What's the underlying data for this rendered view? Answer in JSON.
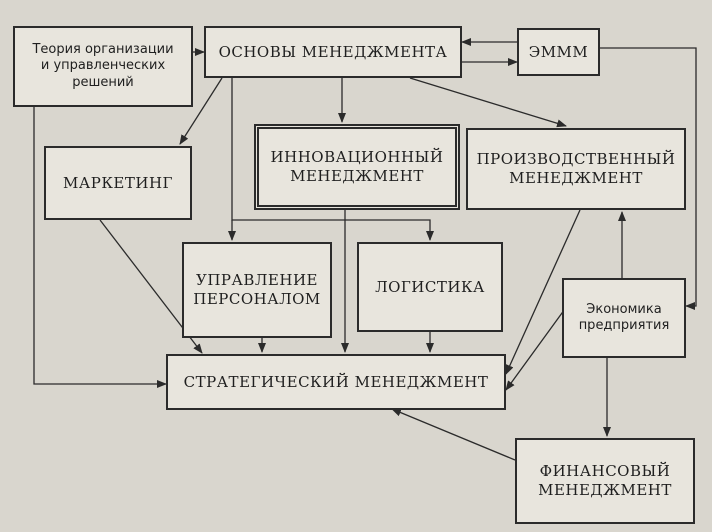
{
  "nodes": {
    "theory": "Теория организации\nи  управленческих\nрешений",
    "basics": "ОСНОВЫ  МЕНЕДЖМЕНТА",
    "emmm": "ЭМММ",
    "marketing": "МАРКЕТИНГ",
    "innovation": "ИННОВАЦИОННЫЙ\nМЕНЕДЖМЕНТ",
    "production": "ПРОИЗВОДСТВЕННЫЙ\nМЕНЕДЖМЕНТ",
    "personnel": "УПРАВЛЕНИЕ\nПЕРСОНАЛОМ",
    "logistics": "ЛОГИСТИКА",
    "economics": "Экономика\nпредприятия",
    "strategic": "СТРАТЕГИЧЕСКИЙ  МЕНЕДЖМЕНТ",
    "financial": "ФИНАНСОВЫЙ\nМЕНЕДЖМЕНТ"
  },
  "colors": {
    "line": "#2b2b2b",
    "paper": "#d9d6ce",
    "box": "#e8e5dd"
  }
}
